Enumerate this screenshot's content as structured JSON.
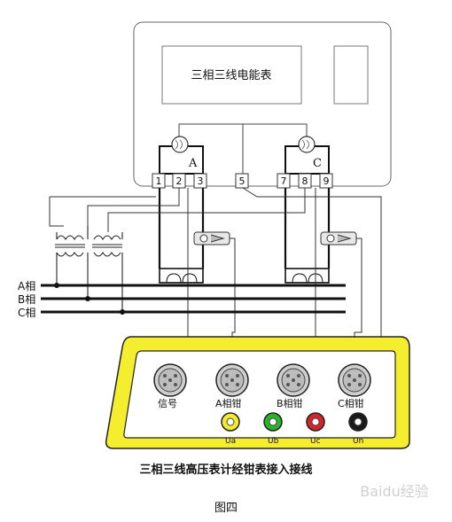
{
  "meter": {
    "title": "三相三线电能表",
    "phase_a_label": "A",
    "phase_c_label": "C",
    "terminals": [
      "1",
      "2",
      "3",
      "5",
      "7",
      "8",
      "9"
    ]
  },
  "phases": [
    "A相",
    "B相",
    "C相"
  ],
  "instrument": {
    "sockets": [
      "信号",
      "A相钳",
      "B相钳",
      "C相钳"
    ],
    "jacks": [
      {
        "label": "Ua",
        "color": "#f3ea2a"
      },
      {
        "label": "Ub",
        "color": "#29b32b"
      },
      {
        "label": "Uc",
        "color": "#d4262a"
      },
      {
        "label": "Un",
        "color": "#1a1a1a"
      }
    ],
    "frame_color": "#f4ee2e"
  },
  "caption": "三相三线高压表计经钳表接入接线",
  "figure_label": "图四",
  "watermark": "Baidu经验"
}
